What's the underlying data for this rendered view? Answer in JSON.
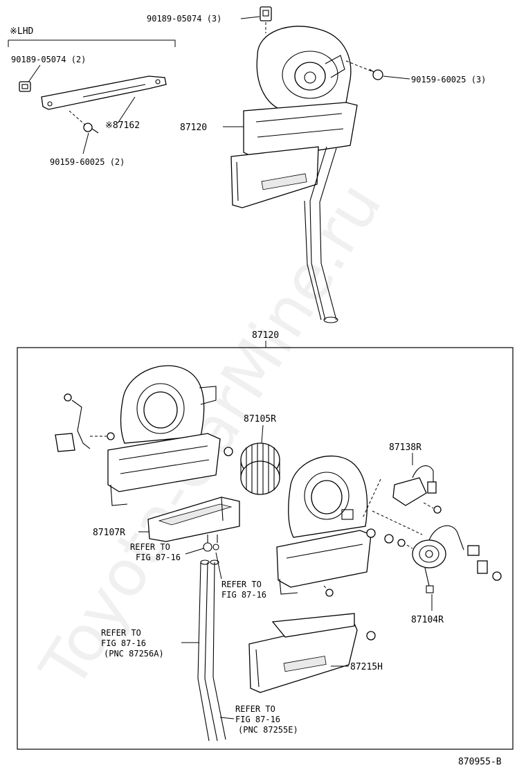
{
  "watermark": "Toyota-CarMine.ru",
  "diagram_id": "870955-B",
  "top": {
    "lhd_note": "※LHD",
    "labels": {
      "clip_lhd": "90189-05074 (2)",
      "brace": "※87162",
      "screw_lhd": "90159-60025 (2)",
      "clip_top": "90189-05074 (3)",
      "screw_top": "90159-60025 (3)",
      "unit": "87120"
    }
  },
  "box": {
    "title": "87120",
    "labels": {
      "fan": "87105R",
      "resistor": "87138R",
      "case": "87107R",
      "motor": "87104R",
      "duct": "87215H"
    },
    "refer_a": [
      "REFER TO",
      "FIG 87-16"
    ],
    "refer_b": [
      "REFER TO",
      "FIG 87-16"
    ],
    "refer_c": [
      "REFER TO",
      "FIG 87-16",
      "(PNC 87256A)"
    ],
    "refer_d": [
      "REFER TO",
      "FIG 87-16",
      "(PNC 87255E)"
    ]
  }
}
